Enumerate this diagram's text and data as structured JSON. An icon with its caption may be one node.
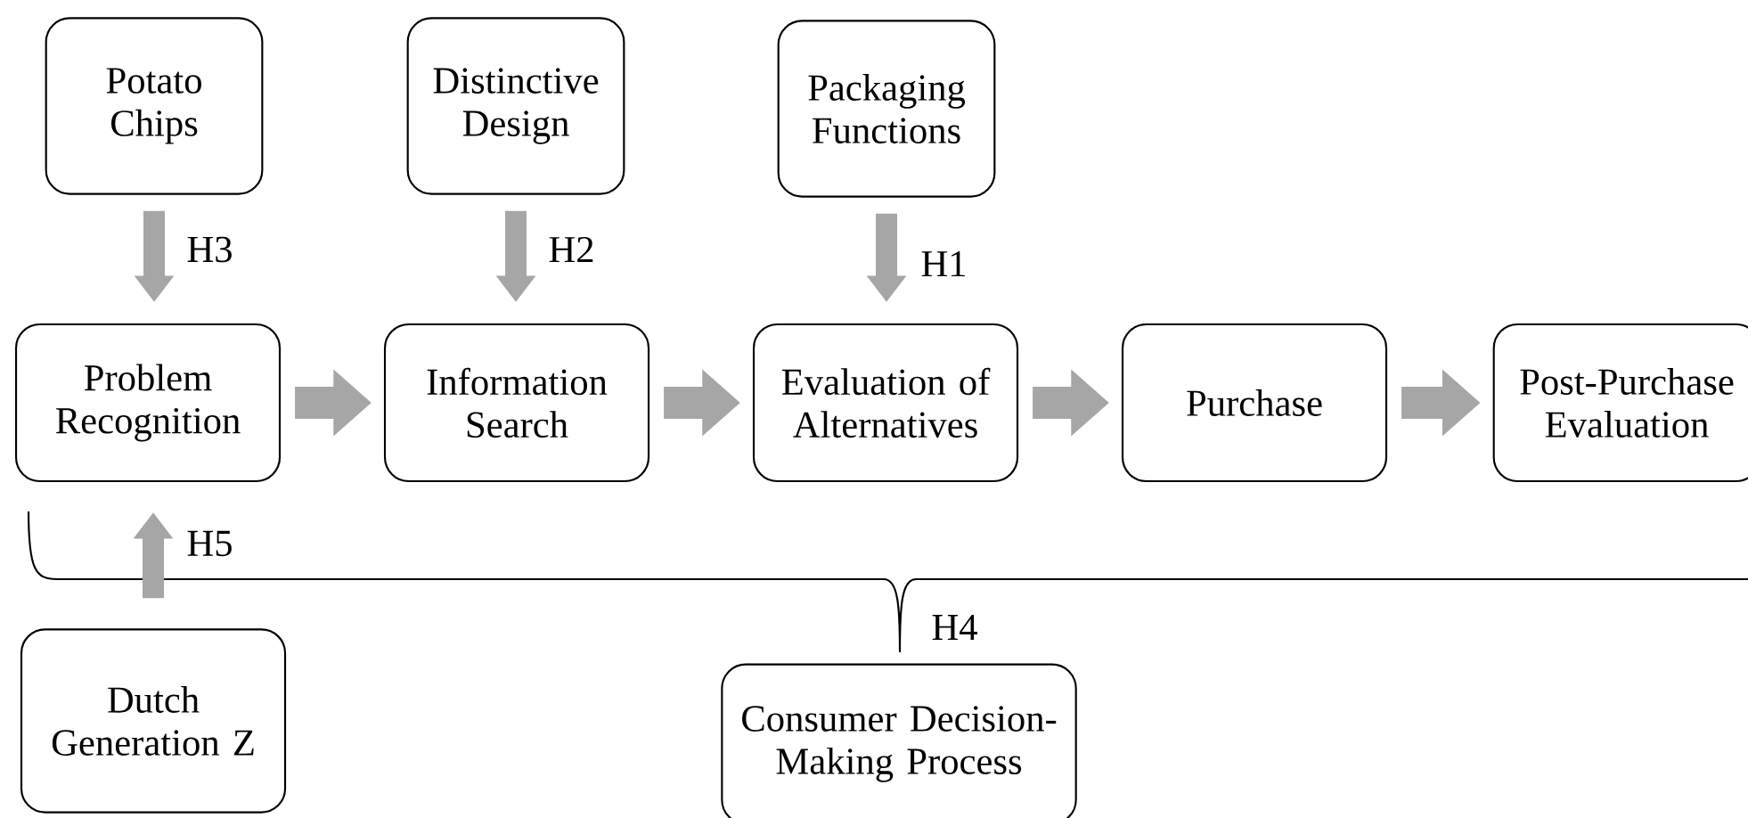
{
  "diagram": {
    "nodes": [
      {
        "text": [
          "Potato Chips"
        ]
      },
      {
        "text": [
          "Distinctive Design"
        ]
      },
      {
        "text": [
          "Packaging Functions"
        ]
      },
      {
        "text": [
          "Problem Recognition"
        ]
      },
      {
        "text": [
          "Information Search"
        ]
      },
      {
        "text": [
          "Evaluation of Alternatives"
        ]
      },
      {
        "text": [
          "Purchase"
        ]
      },
      {
        "text": [
          "Post-Purchase Evaluation"
        ]
      },
      {
        "text": [
          "Dutch Generation Z"
        ]
      },
      {
        "text": [
          "Consumer Decision-Making Process"
        ]
      }
    ],
    "edges": [
      {
        "from": 0,
        "to": 3,
        "arrow": "to",
        "label": "H3"
      },
      {
        "from": 1,
        "to": 4,
        "arrow": "to",
        "label": "H2"
      },
      {
        "from": 2,
        "to": 5,
        "arrow": "to",
        "label": "H1"
      },
      {
        "from": 3,
        "to": 4,
        "arrow": "to"
      },
      {
        "from": 4,
        "to": 5,
        "arrow": "to"
      },
      {
        "from": 5,
        "to": 6,
        "arrow": "to"
      },
      {
        "from": 6,
        "to": 7,
        "arrow": "to"
      },
      {
        "from": 8,
        "to": 3,
        "arrow": "to",
        "label": "H5"
      }
    ],
    "labels": [
      "H4"
    ]
  }
}
